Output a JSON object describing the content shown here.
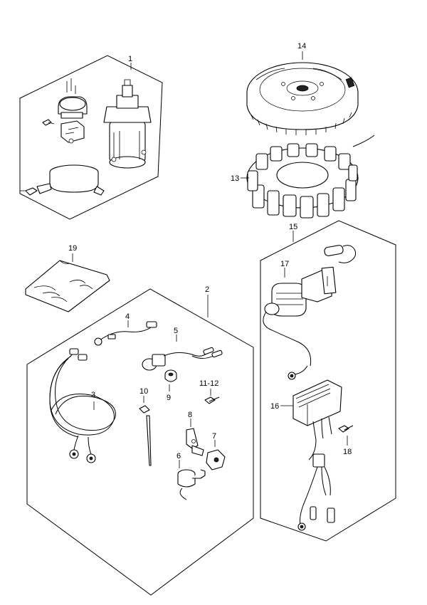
{
  "callouts": {
    "c1": "1",
    "c2": "2",
    "c3": "3",
    "c4": "4",
    "c5": "5",
    "c6": "6",
    "c7": "7",
    "c8": "8",
    "c9": "9",
    "c10": "10",
    "c11_12": "11-12",
    "c13": "13",
    "c14": "14",
    "c15": "15",
    "c16": "16",
    "c17": "17",
    "c18": "18",
    "c19": "19"
  }
}
